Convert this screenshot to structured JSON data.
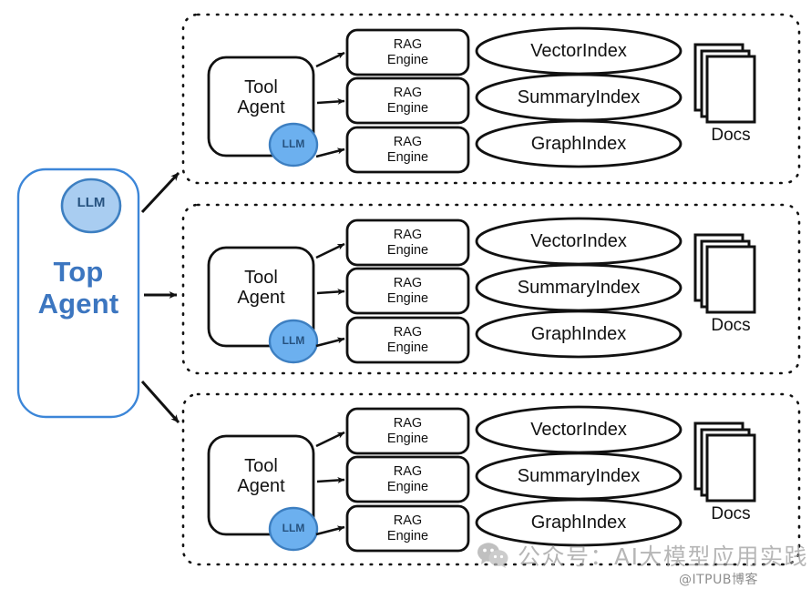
{
  "diagram": {
    "title": "Multi-agent RAG architecture",
    "colors": {
      "agent_blue_stroke": "#3c86d8",
      "agent_blue_text": "#3c76c0",
      "llm_fill": "#a9cdf1",
      "llm_stroke": "#3d7fc1",
      "llm_text": "#26527f",
      "node_stroke": "#1a1a1a",
      "group_dash": "#111111",
      "watermark_grey": "#9b9b9b"
    },
    "top_agent": {
      "label": "Top\nAgent",
      "llm_label": "LLM"
    },
    "connector_labels": {
      "to_group_1": "",
      "to_group_2": "",
      "to_group_3": ""
    },
    "groups": [
      {
        "id": "group-1",
        "tool_agent": {
          "label": "Tool\nAgent",
          "llm_label": "LLM"
        },
        "engines": [
          {
            "label": "RAG\nEngine",
            "index": "VectorIndex"
          },
          {
            "label": "RAG\nEngine",
            "index": "SummaryIndex"
          },
          {
            "label": "RAG\nEngine",
            "index": "GraphIndex"
          }
        ],
        "docs_label": "Docs"
      },
      {
        "id": "group-2",
        "tool_agent": {
          "label": "Tool\nAgent",
          "llm_label": "LLM"
        },
        "engines": [
          {
            "label": "RAG\nEngine",
            "index": "VectorIndex"
          },
          {
            "label": "RAG\nEngine",
            "index": "SummaryIndex"
          },
          {
            "label": "RAG\nEngine",
            "index": "GraphIndex"
          }
        ],
        "docs_label": "Docs"
      },
      {
        "id": "group-3",
        "tool_agent": {
          "label": "Tool\nAgent",
          "llm_label": "LLM"
        },
        "engines": [
          {
            "label": "RAG\nEngine",
            "index": "VectorIndex"
          },
          {
            "label": "RAG\nEngine",
            "index": "SummaryIndex"
          },
          {
            "label": "RAG\nEngine",
            "index": "GraphIndex"
          }
        ],
        "docs_label": "Docs"
      }
    ]
  },
  "watermark": {
    "text": "公众号：AI大模型应用实践",
    "icon": "wechat-icon",
    "credit": "@ITPUB博客"
  }
}
